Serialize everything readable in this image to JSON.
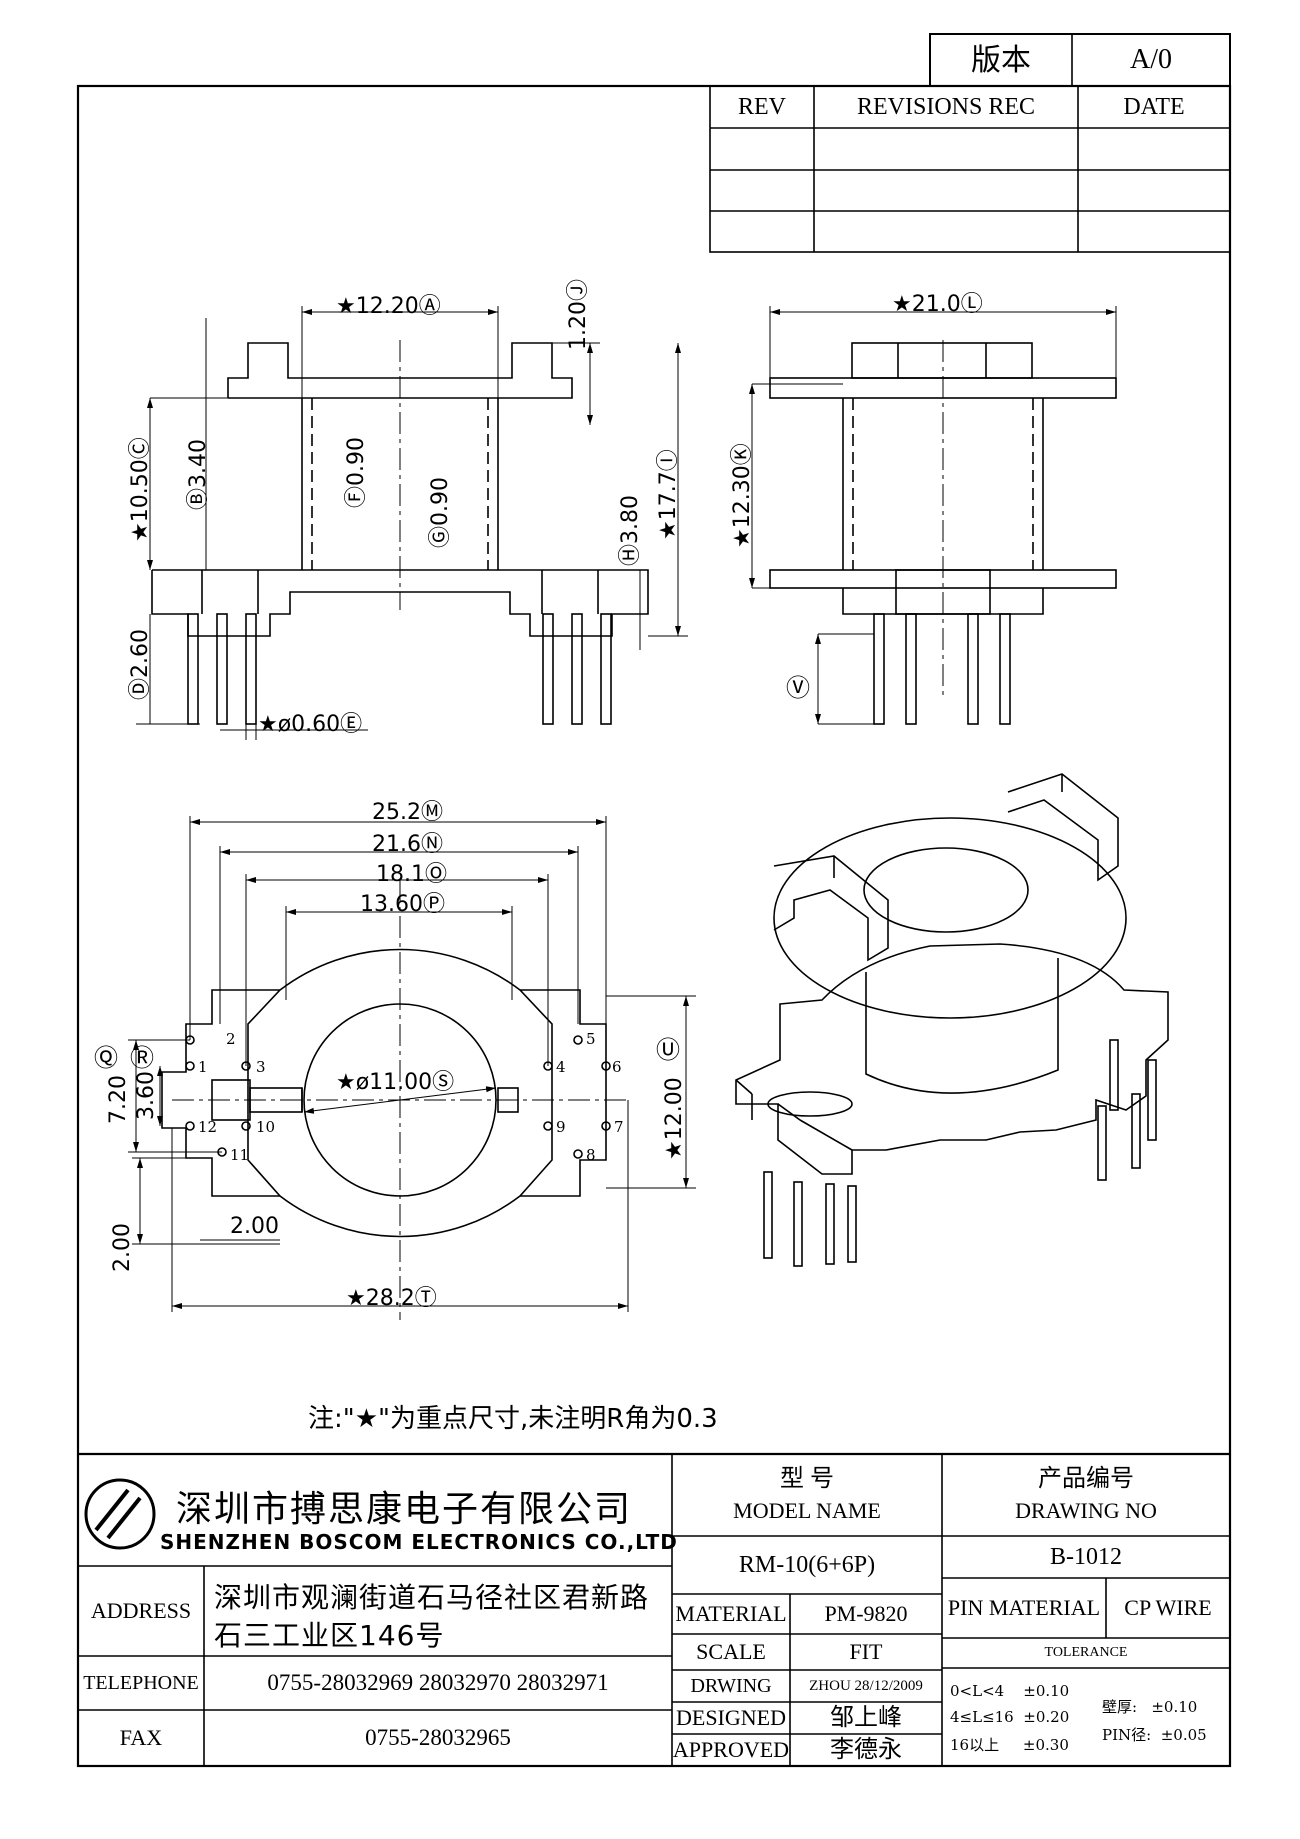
{
  "version_box": {
    "label": "版本",
    "value": "A/0"
  },
  "revision_table": {
    "headers": [
      "REV",
      "REVISIONS REC",
      "DATE"
    ]
  },
  "dims": {
    "A": "★12.20Ⓐ",
    "J": "1.20Ⓙ",
    "C": "★10.50Ⓒ",
    "B": "Ⓑ3.40",
    "F": "Ⓕ0.90",
    "G": "Ⓖ0.90",
    "I": "★17.7Ⓘ",
    "H": "Ⓗ3.80",
    "D": "Ⓓ2.60",
    "E": "★ø0.60Ⓔ",
    "L": "★21.0Ⓛ",
    "K": "★12.30Ⓚ",
    "V": "Ⓥ",
    "M": "25.2Ⓜ",
    "N": "21.6Ⓝ",
    "O": "18.1Ⓞ",
    "P": "13.60Ⓟ",
    "S": "★ø11.00Ⓢ",
    "U": "Ⓤ",
    "U_val": "★12.00",
    "Q": "Ⓠ",
    "R": "Ⓡ",
    "q_val": "7.20",
    "r_val": "3.60",
    "w1": "2.00",
    "w2": "2.00",
    "T": "★28.2Ⓣ"
  },
  "pins": [
    "1",
    "2",
    "3",
    "4",
    "5",
    "6",
    "7",
    "8",
    "9",
    "10",
    "11",
    "12"
  ],
  "note": "注:\"★\"为重点尺寸,未注明R角为0.3",
  "title_block": {
    "company_cn": "深圳市搏思康电子有限公司",
    "company_en": "SHENZHEN BOSCOM ELECTRONICS CO.,LTD",
    "model_name_cn": "型      号",
    "model_name_en": "MODEL NAME",
    "drawing_no_cn": "产品编号",
    "drawing_no_en": "DRAWING NO",
    "model": "RM-10(6+6P)",
    "drawing_no": "B-1012",
    "material_label": "MATERIAL",
    "material": "PM-9820",
    "pin_material_label": "PIN MATERIAL",
    "pin_material": "CP WIRE",
    "scale_label": "SCALE",
    "scale": "FIT",
    "tolerance_label": "TOLERANCE",
    "drwing_label": "DRWING",
    "drwing": "ZHOU 28/12/2009",
    "designed_label": "DESIGNED",
    "designed": "邹上峰",
    "approved_label": "APPROVED",
    "approved": "李德永",
    "tol1": "0<L<4    ±0.10",
    "tol2": "4≤L≤16  ±0.20",
    "tol3": "16以上     ±0.30",
    "tol_wall": "壁厚:   ±0.10",
    "tol_pin": "PIN径:  ±0.05",
    "address_label": "ADDRESS",
    "address_line1": "深圳市观澜街道石马径社区君新路",
    "address_line2": "石三工业区146号",
    "telephone_label": "TELEPHONE",
    "telephone": "0755-28032969 28032970 28032971",
    "fax_label": "FAX",
    "fax": "0755-28032965"
  }
}
